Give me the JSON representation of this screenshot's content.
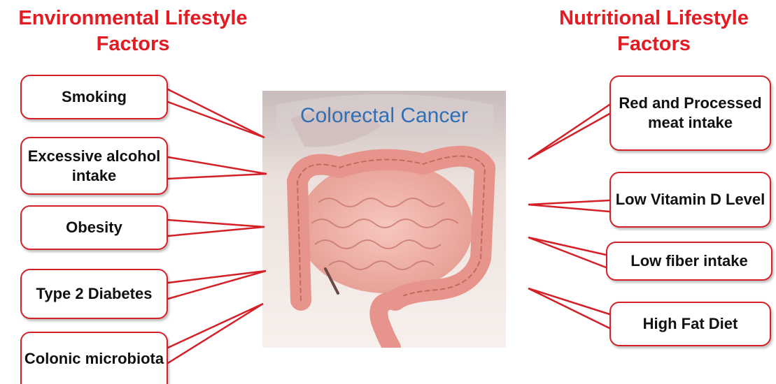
{
  "headings": {
    "left": "Environmental Lifestyle Factors",
    "right": "Nutritional Lifestyle Factors"
  },
  "illustration": {
    "title": "Colorectal Cancer"
  },
  "environmental_factors": [
    "Smoking",
    "Excessive alcohol intake",
    "Obesity",
    "Type 2 Diabetes",
    "Colonic microbiota"
  ],
  "nutritional_factors": [
    "Red and Processed meat intake",
    "Low Vitamin D Level",
    "Low fiber intake",
    "High Fat Diet"
  ],
  "colors": {
    "heading_red": "#e31b23",
    "callout_border": "#d42027",
    "title_blue": "#2e6fb7",
    "colon_pink": "#e6948c"
  }
}
